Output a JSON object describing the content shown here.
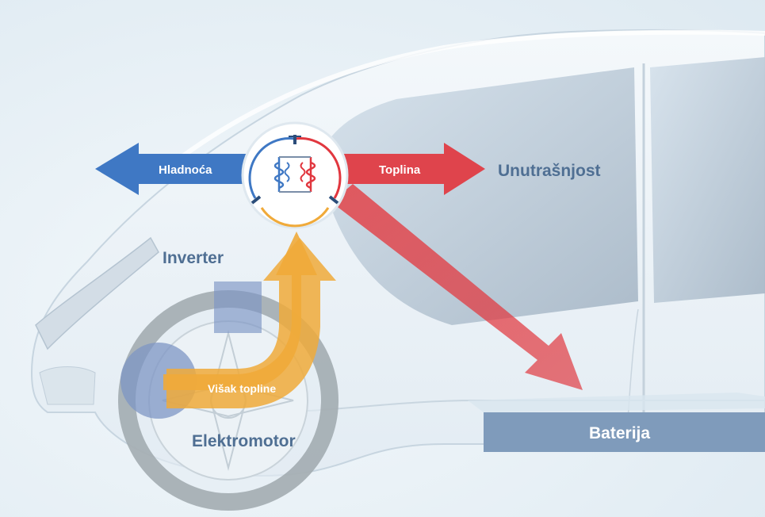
{
  "labels": {
    "cold": "Hladnoća",
    "heat": "Toplina",
    "interior": "Unutrašnjost",
    "inverter": "Inverter",
    "excess_heat": "Višak topline",
    "motor": "Elektromotor",
    "battery": "Baterija"
  },
  "colors": {
    "cold_arrow": "#3f78c4",
    "heat_arrow": "#e1373f",
    "excess_heat_arrow": "#f0aa3a",
    "label_dark": "#4f6f93",
    "battery_bar": "#7f9bbb",
    "component_fill": "#7d95c4",
    "tire": "#9fa8ad"
  },
  "icons": [
    "heat-pump-icon"
  ]
}
